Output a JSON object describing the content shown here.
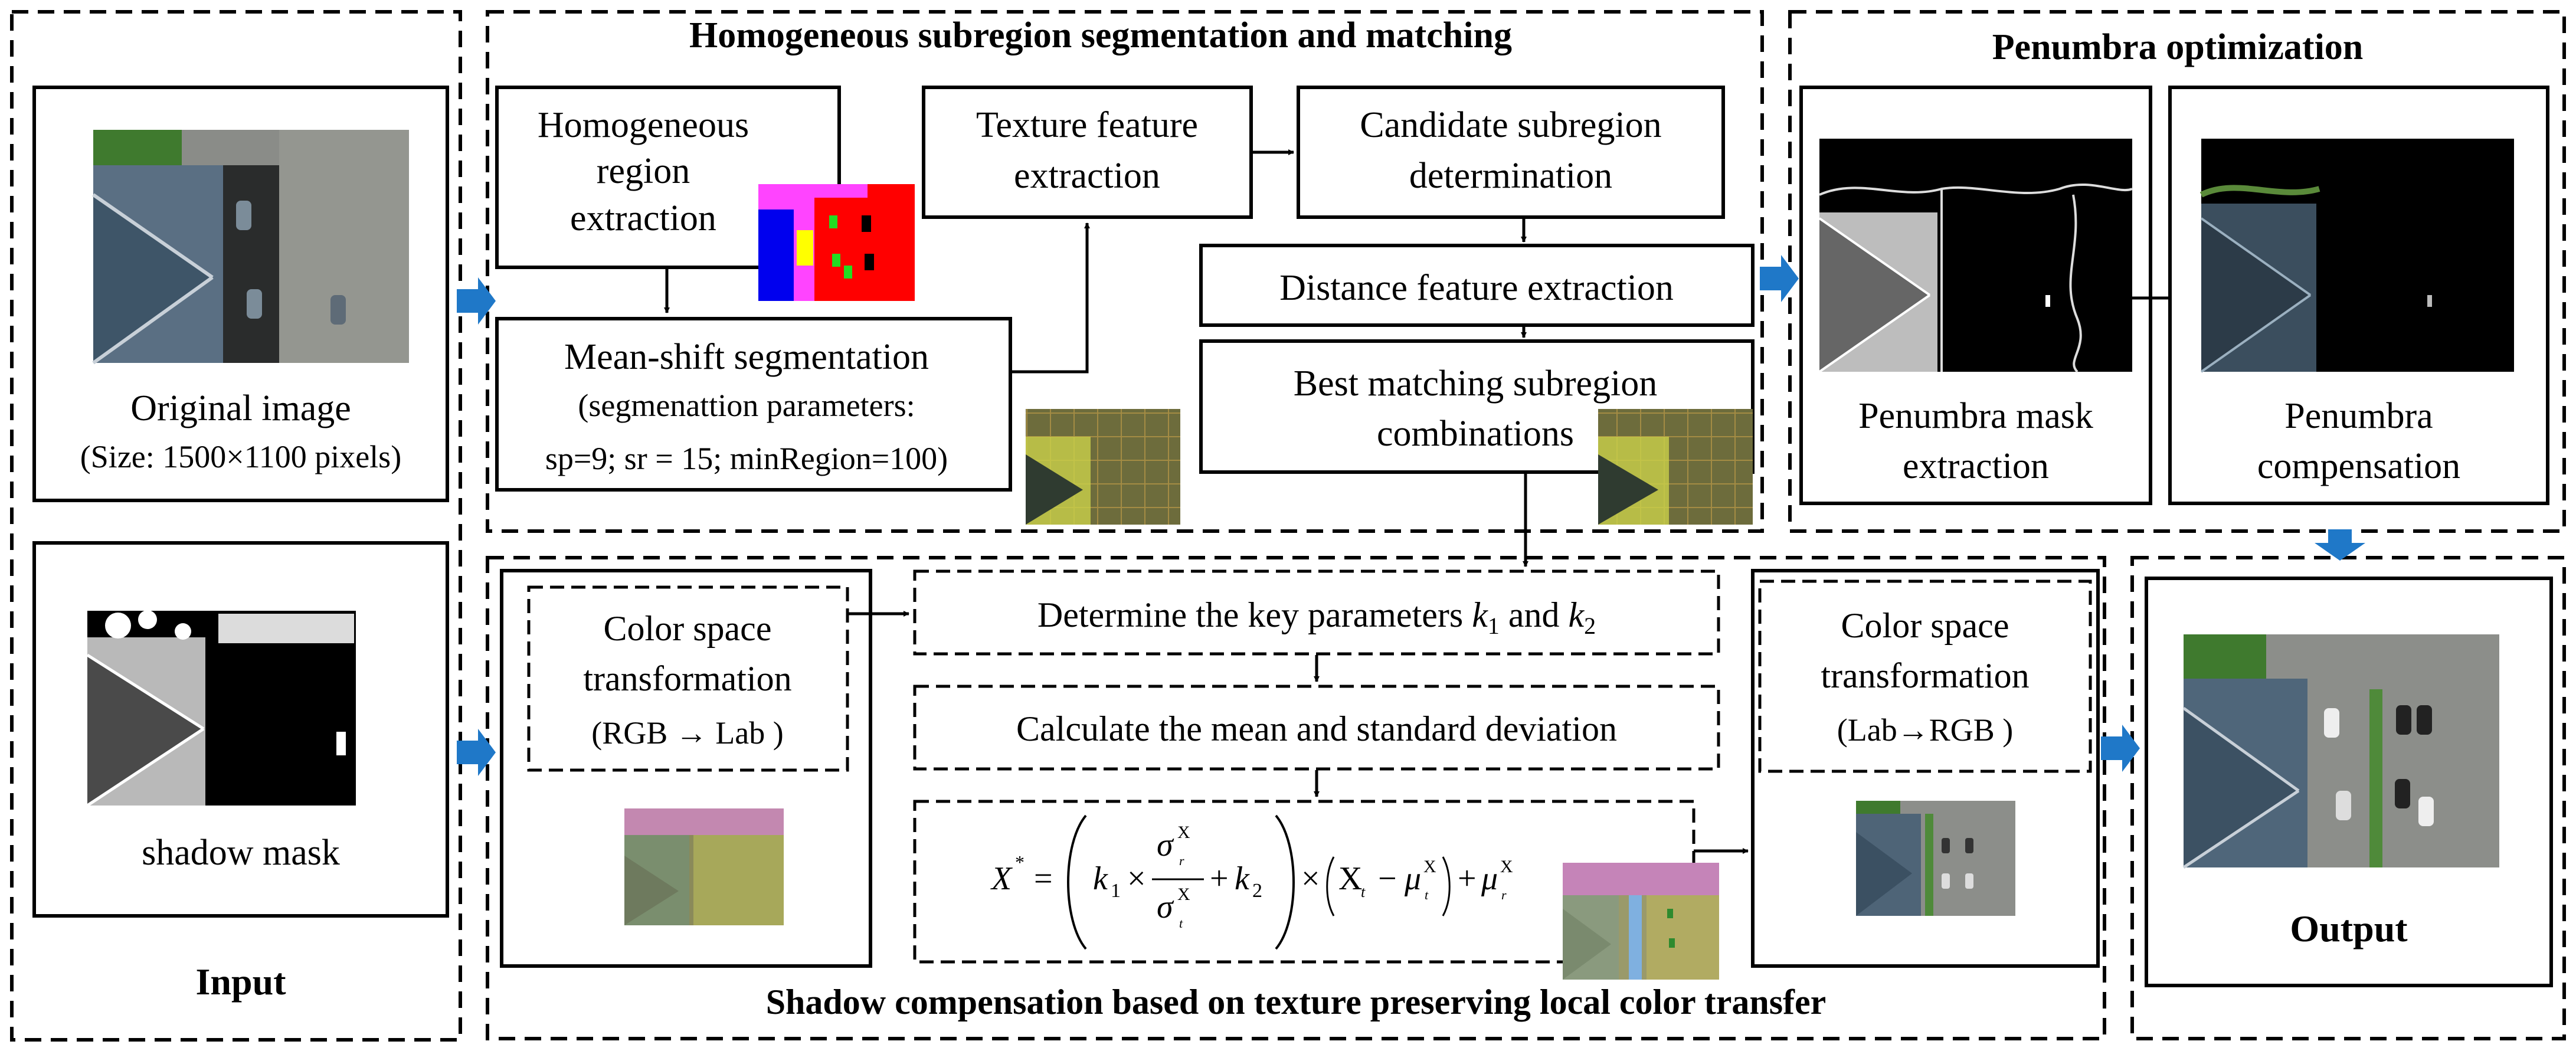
{
  "colors": {
    "stroke": "#000000",
    "arrow_blue": "#1f78c8",
    "background": "#ffffff"
  },
  "input": {
    "title": "Input",
    "original_image": {
      "label": "Original  image",
      "size_label": "(Size: 1500×1100 pixels)"
    },
    "shadow_mask": {
      "label": "shadow mask"
    }
  },
  "segmentation": {
    "title": "Homogeneous subregion segmentation and matching",
    "homogeneous_region": {
      "line1": "Homogeneous",
      "line2": "region",
      "line3": "extraction"
    },
    "mean_shift": {
      "line1": "Mean-shift segmentation",
      "line2": "(segmenattion parameters:",
      "line3": "sp=9; sr = 15; minRegion=100)"
    },
    "texture_feature": {
      "line1": "Texture feature",
      "line2": "extraction"
    },
    "candidate_subregion": {
      "line1": "Candidate subregion",
      "line2": "determination"
    },
    "distance_feature": {
      "label": "Distance feature extraction"
    },
    "best_matching": {
      "line1": "Best matching subregion",
      "line2": "combinations"
    }
  },
  "penumbra": {
    "title": "Penumbra optimization",
    "mask_extraction": {
      "line1": "Penumbra mask",
      "line2": "extraction"
    },
    "compensation": {
      "line1": "Penumbra",
      "line2": "compensation"
    }
  },
  "shadow_compensation": {
    "title": "Shadow compensation based on texture preserving local color transfer",
    "color_space_rgb_lab": {
      "line1": "Color space",
      "line2": "transformation",
      "line3": "(RGB → Lab )"
    },
    "key_parameters": {
      "prefix": "Determine the key parameters ",
      "k1": "k",
      "k1_sub": "1",
      "and": " and ",
      "k2": "k",
      "k2_sub": "2"
    },
    "mean_std": {
      "label": "Calculate the mean and standard deviation"
    },
    "formula": {
      "lhs": "X",
      "lhs_sup": "*",
      "eq": "=",
      "k1": "k",
      "k1_sub": "1",
      "times": "×",
      "sigma": "σ",
      "sup_x": "X",
      "sub_r": "r",
      "sub_t": "t",
      "plus": "+",
      "k2": "k",
      "k2_sub": "2",
      "xt": "X",
      "minus": "−",
      "mu": "μ"
    },
    "color_space_lab_rgb": {
      "line1": "Color space",
      "line2": "transformation",
      "line3": "(Lab→RGB )"
    }
  },
  "output": {
    "title": "Output"
  }
}
